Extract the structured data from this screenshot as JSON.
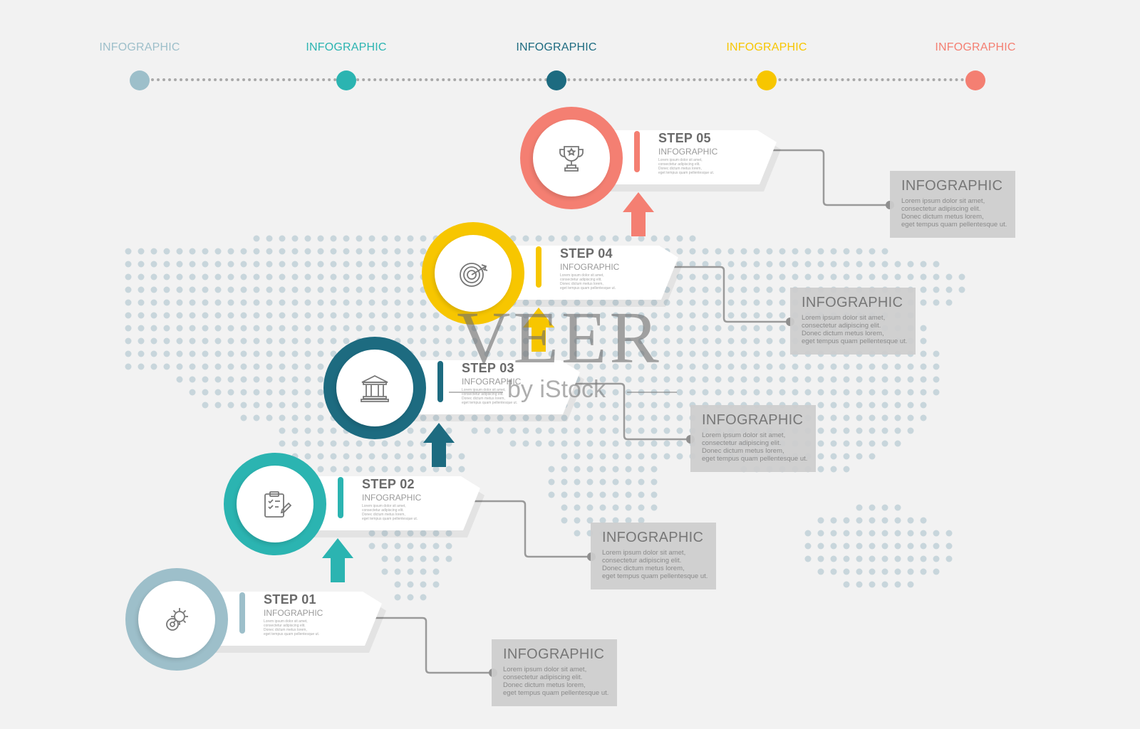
{
  "colors": {
    "background": "#f2f2f2",
    "map_dots": "#c8d6dc",
    "connector": "#9a9a9a",
    "step1": "#9dbfca",
    "step2": "#2bb4b1",
    "step3": "#1d6b80",
    "step4": "#f7c600",
    "step5": "#f47f72"
  },
  "timeline": [
    {
      "label": "INFOGRAPHIC",
      "color": "#9dbfca"
    },
    {
      "label": "INFOGRAPHIC",
      "color": "#2bb4b1"
    },
    {
      "label": "INFOGRAPHIC",
      "color": "#1d6b80"
    },
    {
      "label": "INFOGRAPHIC",
      "color": "#f7c600"
    },
    {
      "label": "INFOGRAPHIC",
      "color": "#f47f72"
    }
  ],
  "steps": [
    {
      "title": "STEP 01",
      "subtitle": "INFOGRAPHIC",
      "icon": "gears-icon",
      "color": "#9dbfca",
      "lines": [
        "Lorem ipsum dolor sit amet,",
        "consectetur adipiscing elit.",
        "Donec dictum metus lorem,",
        "eget tempus quam pellentesque ut."
      ]
    },
    {
      "title": "STEP 02",
      "subtitle": "INFOGRAPHIC",
      "icon": "clipboard-icon",
      "color": "#2bb4b1",
      "lines": [
        "Lorem ipsum dolor sit amet,",
        "consectetur adipiscing elit.",
        "Donec dictum metus lorem,",
        "eget tempus quam pellentesque ut."
      ]
    },
    {
      "title": "STEP 03",
      "subtitle": "INFOGRAPHIC",
      "icon": "bank-icon",
      "color": "#1d6b80",
      "lines": [
        "Lorem ipsum dolor sit amet,",
        "consectetur adipiscing elit.",
        "Donec dictum metus lorem,",
        "eget tempus quam pellentesque ut."
      ]
    },
    {
      "title": "STEP 04",
      "subtitle": "INFOGRAPHIC",
      "icon": "target-icon",
      "color": "#f7c600",
      "lines": [
        "Lorem ipsum dolor sit amet,",
        "consectetur adipiscing elit.",
        "Donec dictum metus lorem,",
        "eget tempus quam pellentesque ut."
      ]
    },
    {
      "title": "STEP 05",
      "subtitle": "INFOGRAPHIC",
      "icon": "trophy-icon",
      "color": "#f47f72",
      "lines": [
        "Lorem ipsum dolor sit amet,",
        "consectetur adipiscing elit.",
        "Donec dictum metus lorem,",
        "eget tempus quam pellentesque ut."
      ]
    }
  ],
  "info_boxes": [
    {
      "title": "INFOGRAPHIC",
      "lines": [
        "Lorem ipsum dolor sit amet,",
        "consectetur adipiscing elit.",
        "Donec dictum metus lorem,",
        "eget tempus quam pellentesque ut."
      ]
    },
    {
      "title": "INFOGRAPHIC",
      "lines": [
        "Lorem ipsum dolor sit amet,",
        "consectetur adipiscing elit.",
        "Donec dictum metus lorem,",
        "eget tempus quam pellentesque ut."
      ]
    },
    {
      "title": "INFOGRAPHIC",
      "lines": [
        "Lorem ipsum dolor sit amet,",
        "consectetur adipiscing elit.",
        "Donec dictum metus lorem,",
        "eget tempus quam pellentesque ut."
      ]
    },
    {
      "title": "INFOGRAPHIC",
      "lines": [
        "Lorem ipsum dolor sit amet,",
        "consectetur adipiscing elit.",
        "Donec dictum metus lorem,",
        "eget tempus quam pellentesque ut."
      ]
    },
    {
      "title": "INFOGRAPHIC",
      "lines": [
        "Lorem ipsum dolor sit amet,",
        "consectetur adipiscing elit.",
        "Donec dictum metus lorem,",
        "eget tempus quam pellentesque ut."
      ]
    }
  ],
  "watermark": {
    "main": "VEER",
    "sub": "by iStock"
  }
}
